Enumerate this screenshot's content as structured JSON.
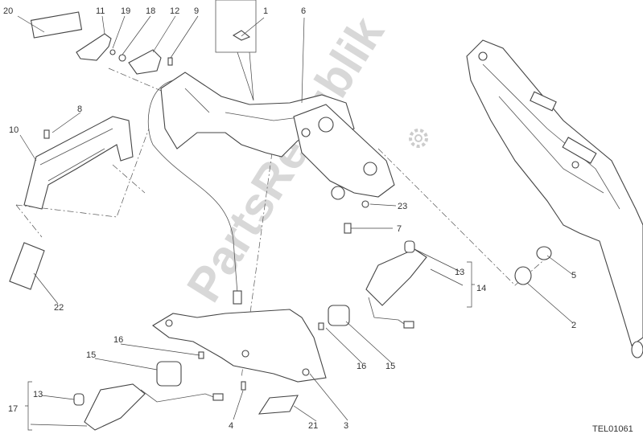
{
  "diagram": {
    "drawing_code": "TEL01061",
    "watermark": "PartsRepublik",
    "callouts": [
      "20",
      "11",
      "19",
      "18",
      "12",
      "9",
      "1",
      "6",
      "8",
      "10",
      "23",
      "7",
      "13",
      "14",
      "5",
      "2",
      "22",
      "16",
      "15",
      "16",
      "15",
      "13",
      "17",
      "4",
      "21",
      "3"
    ]
  }
}
